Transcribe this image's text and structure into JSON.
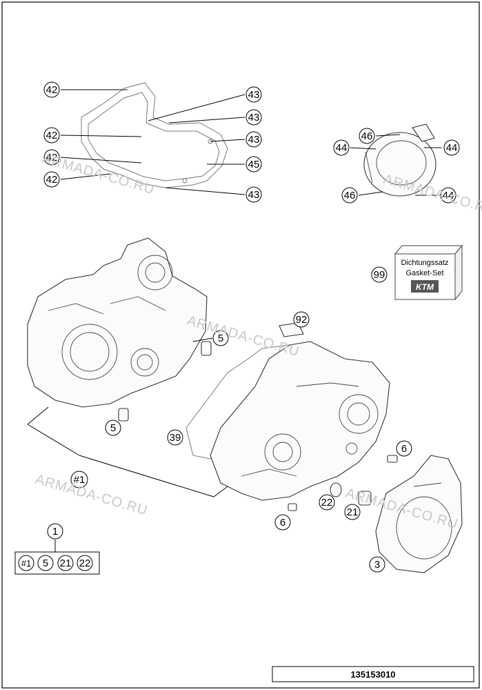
{
  "diagram_code": "135153010",
  "gasket_set_box": {
    "line1": "Dichtungssatz",
    "line2": "Gasket-Set",
    "logo": "KTM"
  },
  "watermark": "ARMADA-CO.RU",
  "callouts": {
    "c42a": "42",
    "c42b": "42",
    "c42c": "42",
    "c42d": "42",
    "c43a": "43",
    "c43b": "43",
    "c43c": "43",
    "c43d": "43",
    "c45": "45",
    "c46a": "46",
    "c46b": "46",
    "c44a": "44",
    "c44b": "44",
    "c44c": "44",
    "c99": "99",
    "c92": "92",
    "c5a": "5",
    "c5b": "5",
    "c39": "39",
    "c6a": "6",
    "c6b": "6",
    "c1h": "#1",
    "c22": "22",
    "c21": "21",
    "c3": "3",
    "c1": "1"
  },
  "kit_items": [
    "#1",
    "5",
    "21",
    "22"
  ]
}
